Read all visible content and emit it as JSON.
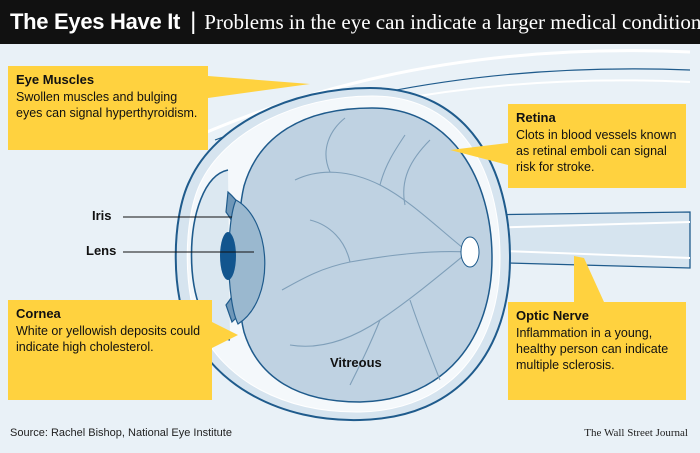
{
  "header": {
    "title": "The Eyes Have It",
    "separator": "|",
    "subtitle": "Problems in the eye can indicate a larger medical condition"
  },
  "callouts": {
    "eye_muscles": {
      "title": "Eye Muscles",
      "text": "Swollen muscles and bulging eyes can signal hyperthyroidism."
    },
    "retina": {
      "title": "Retina",
      "text": "Clots in blood vessels known as retinal emboli can signal risk for stroke."
    },
    "cornea": {
      "title": "Cornea",
      "text": "White or yellowish deposits could indicate high cholesterol."
    },
    "optic_nerve": {
      "title": "Optic Nerve",
      "text": "Inflammation in a young, healthy person can indicate multiple sclerosis."
    }
  },
  "labels": {
    "iris": "Iris",
    "lens": "Lens",
    "vitreous": "Vitreous"
  },
  "footer": {
    "source": "Source: Rachel Bishop, National Eye Institute",
    "credit": "The Wall Street Journal"
  },
  "colors": {
    "callout": "#ffd23f",
    "background": "#e9f1f7",
    "eye_outline": "#1f5b8c",
    "eyeball": "#bfd2e2",
    "iris": "#6f97b8",
    "pupil": "#12558e"
  }
}
